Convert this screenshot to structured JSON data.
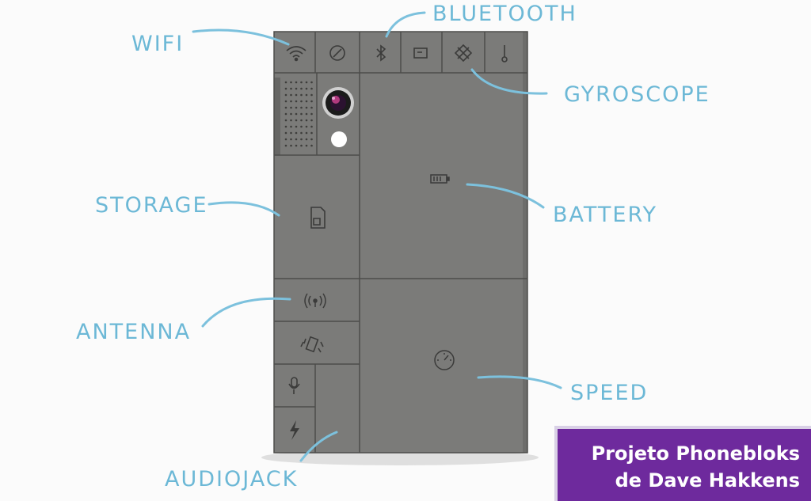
{
  "labels": {
    "wifi": "WIFI",
    "bluetooth": "BLUETOOTH",
    "gyroscope": "GYROSCOPE",
    "storage": "STORAGE",
    "battery": "BATTERY",
    "antenna": "ANTENNA",
    "speed": "SPEED",
    "audiojack": "AUDIOJACK"
  },
  "caption": {
    "line1": "Projeto Phonebloks",
    "line2": "de Dave Hakkens"
  },
  "modules": [
    "wifi-icon",
    "compass-icon",
    "bluetooth-icon",
    "sim-icon",
    "gyroscope-icon",
    "thermometer-icon",
    "speaker-grille",
    "camera-lens",
    "flash-icon",
    "sd-card-icon",
    "battery-icon",
    "antenna-icon",
    "vibration-icon",
    "microphone-icon",
    "power-icon",
    "speedometer-icon"
  ],
  "colors": {
    "label": "#6cb8d6",
    "phone": "#7a7a78",
    "caption_bg": "#6e2a9d"
  }
}
